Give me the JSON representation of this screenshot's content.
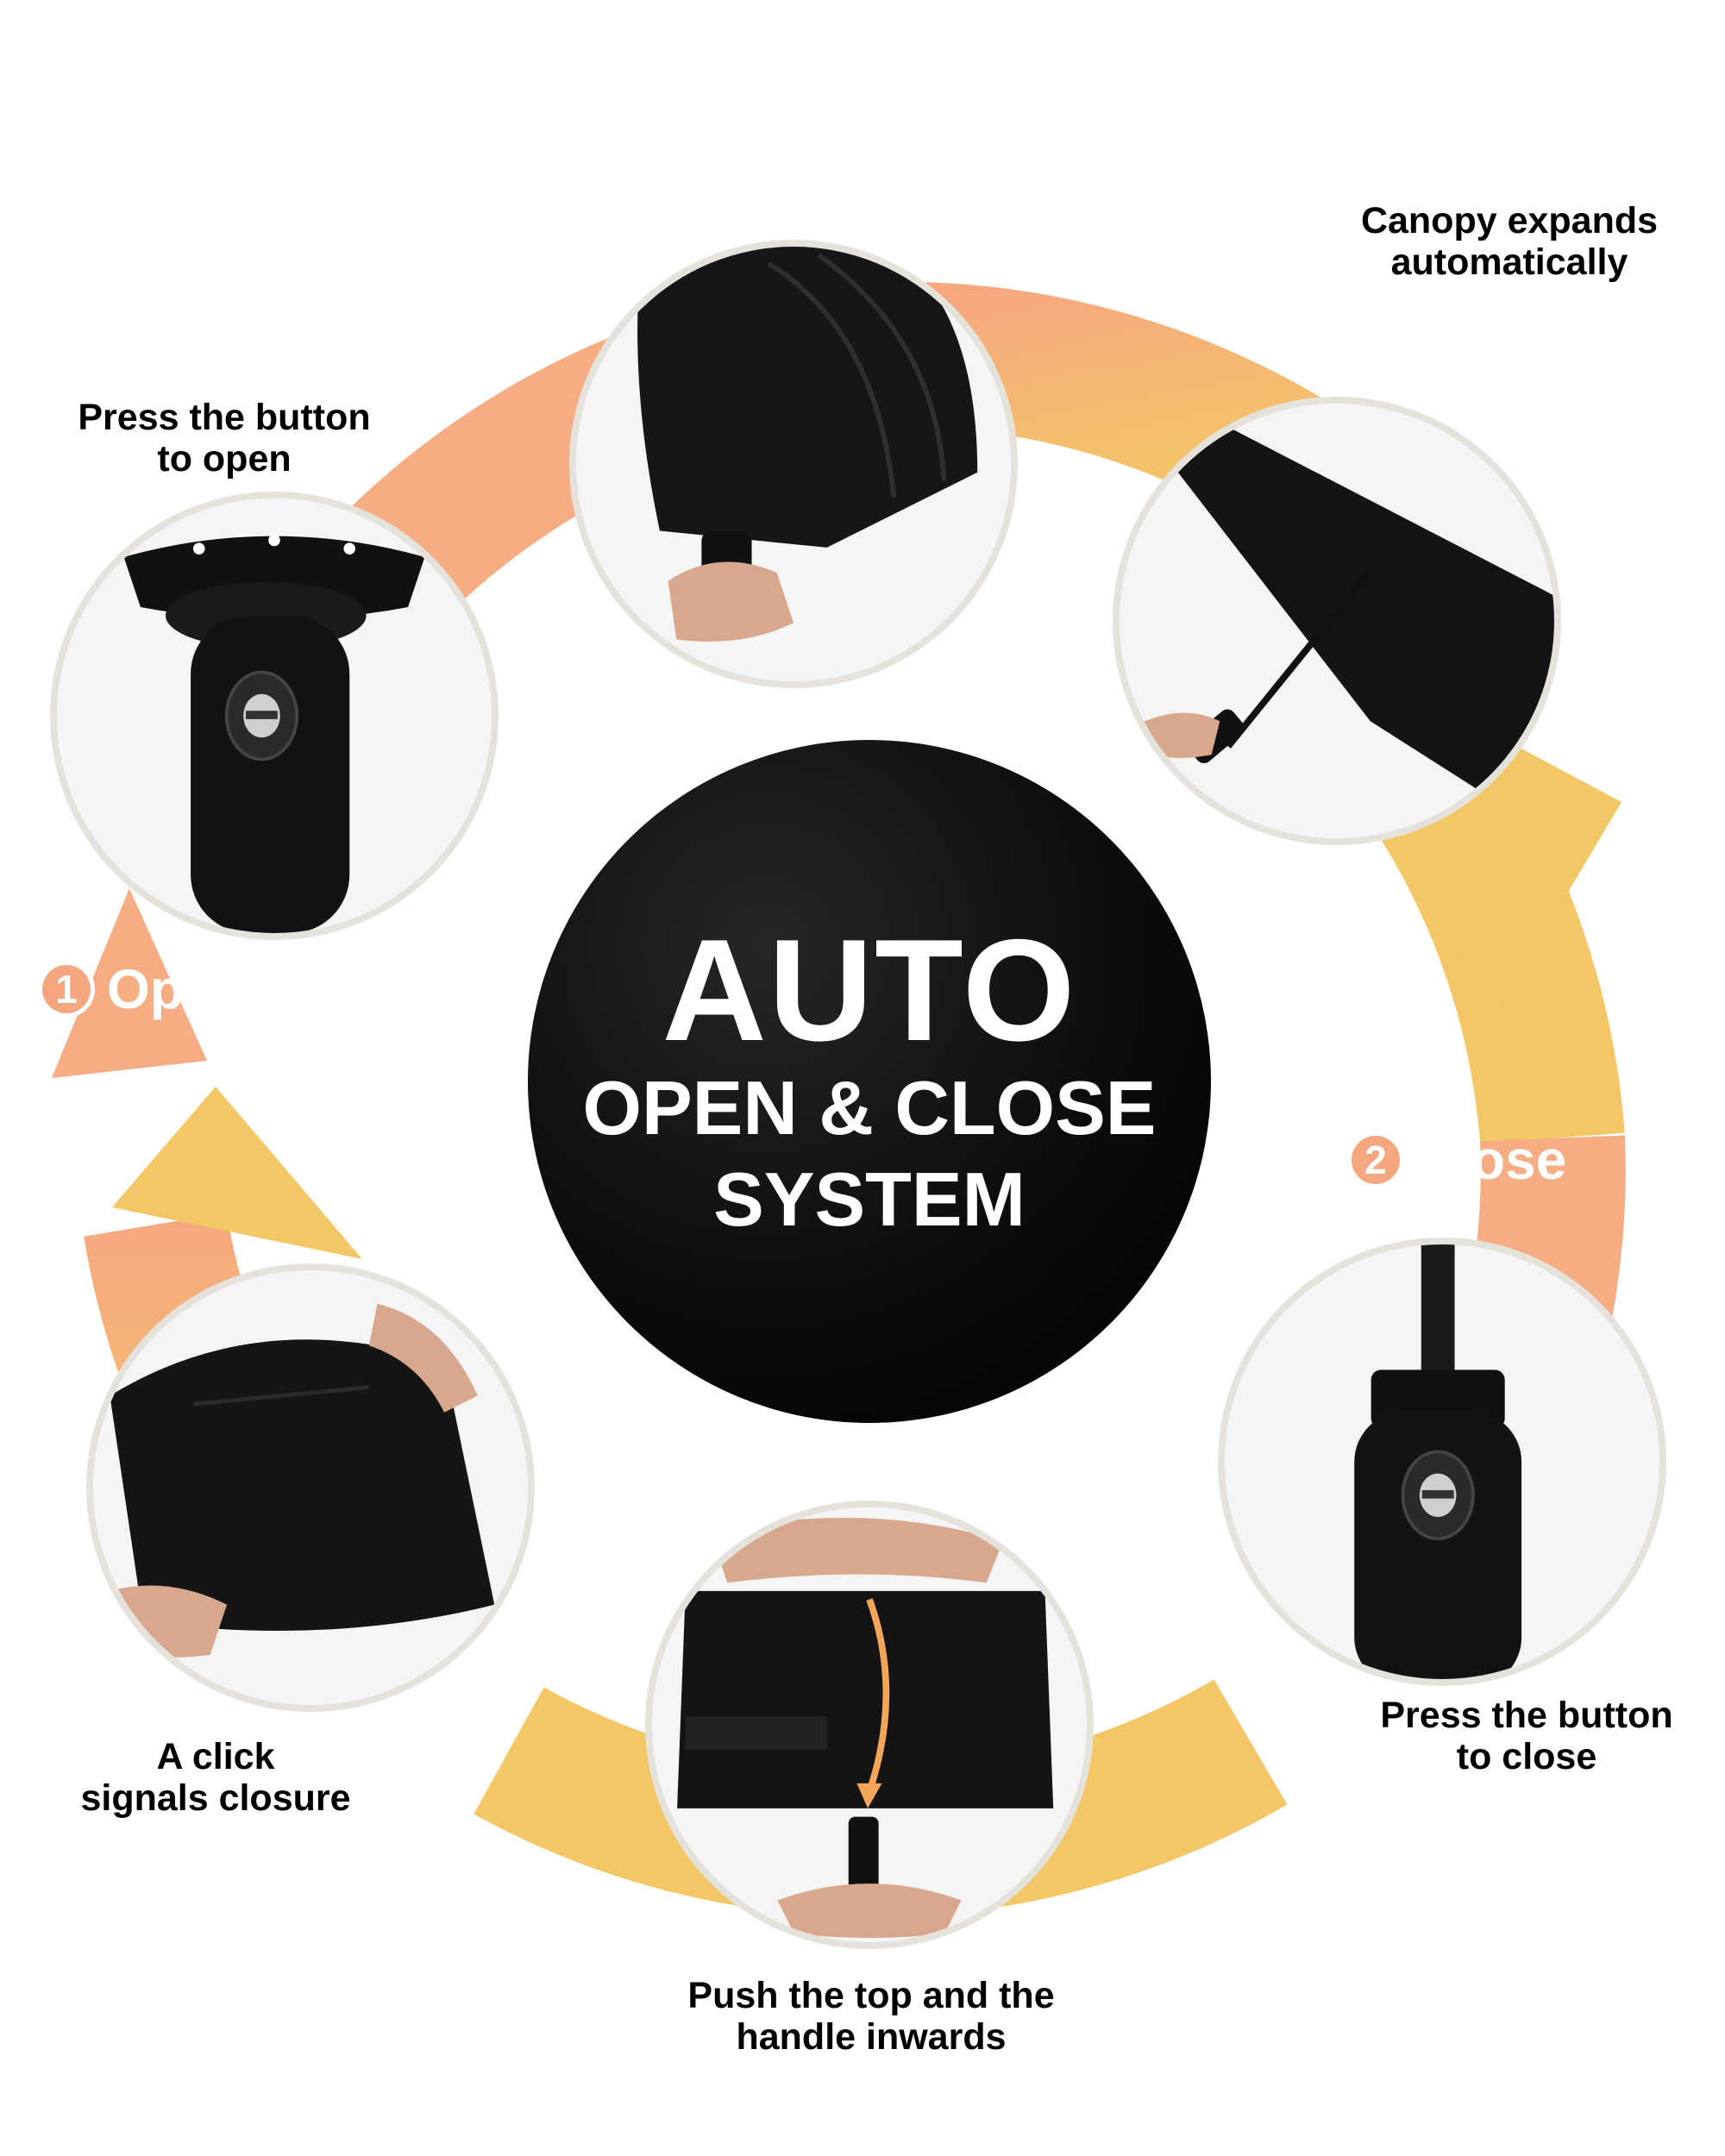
{
  "center": {
    "title": "AUTO",
    "line1": "OPEN & CLOSE",
    "line2": "SYSTEM"
  },
  "steps": {
    "open": {
      "number": "1",
      "label": "Open"
    },
    "close": {
      "number": "2",
      "label": "Close"
    }
  },
  "captions": {
    "press_open_1": "Press the button",
    "press_open_2": "to open",
    "canopy_1": "Canopy expands",
    "canopy_2": "automatically",
    "press_close_1": "Press the button",
    "press_close_2": "to close",
    "push_1": "Push the top and the",
    "push_2": "handle inwards",
    "click_1": "A click",
    "click_2": "signals closure"
  },
  "colors": {
    "ring_orange": "#f5b183",
    "ring_yellow": "#f3c766",
    "step_label": "#f4a77e",
    "photo_border": "#e5e2dc",
    "center_bg": "#0c0c0c"
  }
}
